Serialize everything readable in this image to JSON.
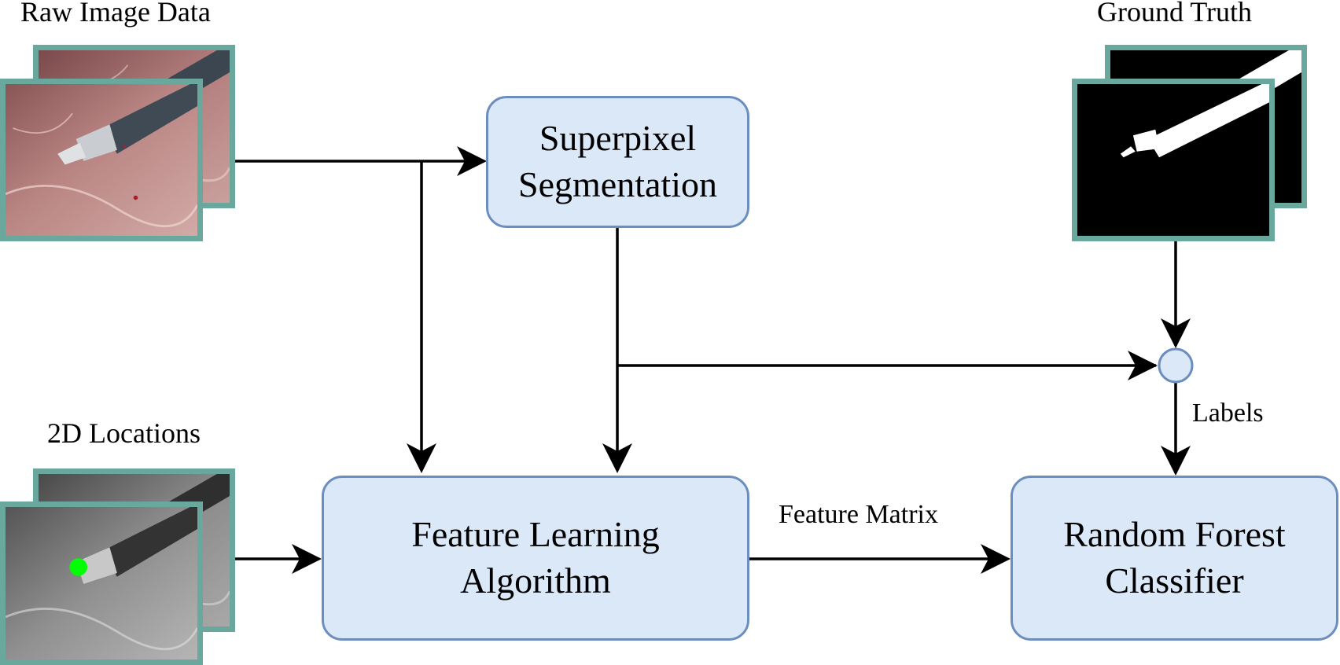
{
  "labels": {
    "raw_image_data": "Raw Image Data",
    "ground_truth": "Ground Truth",
    "locations_2d": "2D Locations"
  },
  "nodes": {
    "superpixel": {
      "line1": "Superpixel",
      "line2": "Segmentation"
    },
    "feature_learning": {
      "line1": "Feature Learning",
      "line2": "Algorithm"
    },
    "random_forest": {
      "line1": "Random Forest",
      "line2": "Classifier"
    }
  },
  "edges": {
    "feature_matrix": "Feature Matrix",
    "labels": "Labels"
  },
  "colors": {
    "node_fill": "#dae8f8",
    "node_border": "#6c8ebf",
    "frame_border": "#6aa89d",
    "marker": "#00ff00"
  }
}
